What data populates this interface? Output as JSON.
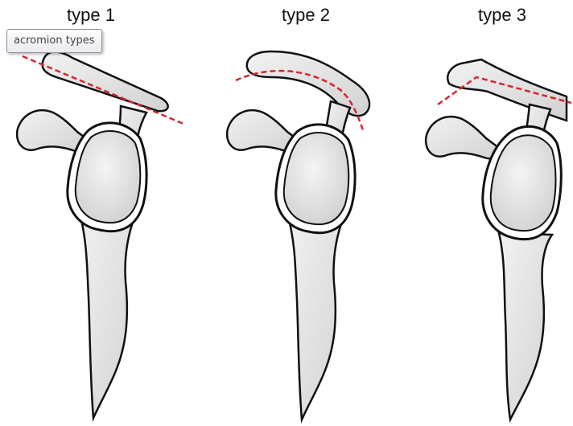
{
  "tooltip": {
    "text": "acromion types"
  },
  "colors": {
    "bone_fill": "#e3e3e3",
    "bone_stroke": "#111111",
    "guide_line": "#d8262c"
  },
  "panels": [
    {
      "label": "type 1"
    },
    {
      "label": "type 2"
    },
    {
      "label": "type 3"
    }
  ]
}
